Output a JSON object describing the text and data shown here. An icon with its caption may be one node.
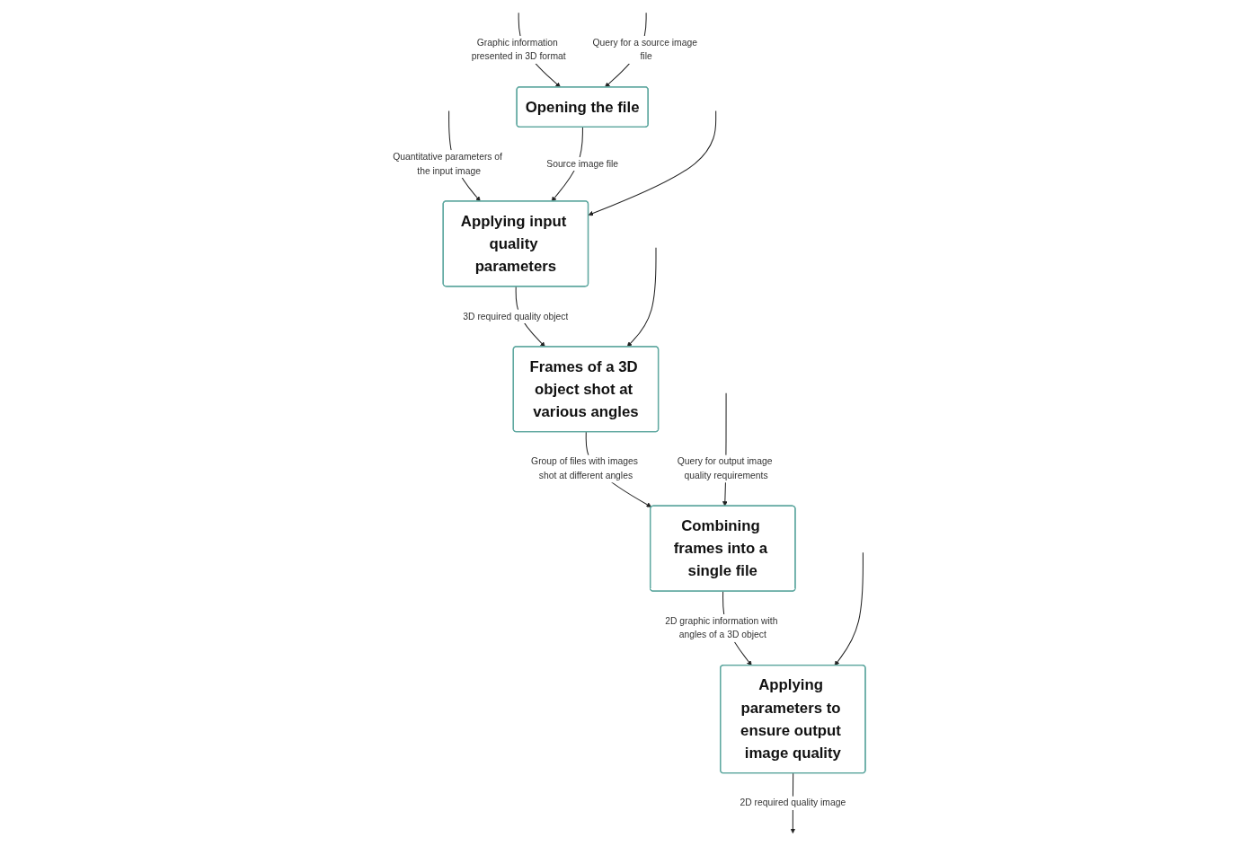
{
  "diagram": {
    "nodes": [
      {
        "text": [
          "Frames of a 3D object shot at various angles"
        ]
      },
      {
        "text": [
          "Applying input quality parameters"
        ]
      },
      {
        "text": [
          "Opening the file"
        ]
      },
      {
        "text": [
          "Combining frames into a single file"
        ]
      },
      {
        "text": [
          "Applying parameters to ensure output image quality"
        ]
      }
    ],
    "edges": [
      {
        "from": null,
        "to": 1,
        "arrow": "to",
        "label": "Quantitative parameters of the input image"
      },
      {
        "from": null,
        "to": 2,
        "arrow": "to",
        "label": "Graphic information presented in 3D format"
      },
      {
        "from": null,
        "to": 2,
        "arrow": "to",
        "label": "Query for a source image file"
      },
      {
        "from": 2,
        "to": 1,
        "arrow": "to",
        "label": "Source image file"
      },
      {
        "from": 1,
        "to": 0,
        "arrow": "to",
        "label": "3D required quality object"
      },
      {
        "from": 0,
        "to": 3,
        "arrow": "to",
        "label": "Group of files with images shot at different angles"
      },
      {
        "from": 3,
        "to": 4,
        "arrow": "to",
        "label": "2D graphic information with angles of a 3D object"
      },
      {
        "from": 4,
        "to": null,
        "arrow": "to",
        "label": "2D required quality image"
      },
      {
        "from": null,
        "to": 3,
        "arrow": "to",
        "label": "Query for output image quality requirements"
      },
      {
        "from": null,
        "to": 0,
        "arrow": "to"
      },
      {
        "from": null,
        "to": 1,
        "arrow": "to"
      },
      {
        "from": null,
        "to": 4,
        "arrow": "to"
      }
    ]
  }
}
